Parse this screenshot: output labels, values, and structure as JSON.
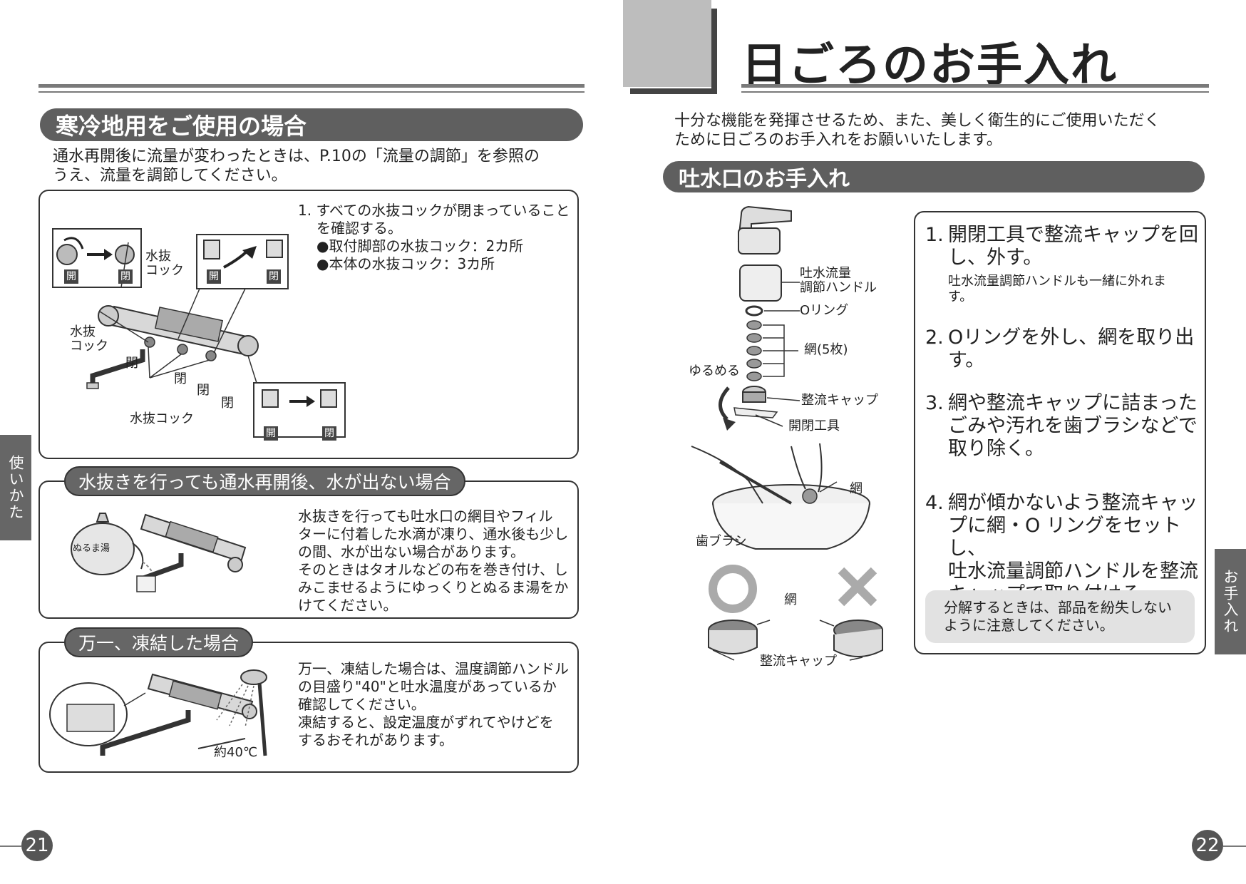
{
  "left": {
    "section_title": "寒冷地用をご使用の場合",
    "intro": [
      "通水再開後に流量が変わったときは、P.10の「流量の調節」を参照の",
      "うえ、流量を調節してください。"
    ],
    "box1": {
      "step1": [
        "1. すべての水抜コックが閉まっていること",
        "を確認する。"
      ],
      "bullets": [
        "●取付脚部の水抜コック：2カ所",
        "●本体の水抜コック：3カ所"
      ],
      "labels": {
        "drain_cock_top": [
          "水抜",
          "コック"
        ],
        "drain_cock_left": [
          "水抜",
          "コック"
        ],
        "drain_cock_bottom": "水抜コック",
        "open": "開",
        "closed": "閉"
      }
    },
    "box2": {
      "title": "水抜きを行っても通水再開後、水が出ない場合",
      "kettle_label": "ぬるま湯",
      "text": [
        "水抜きを行っても吐水口の網目やフィル",
        "ターに付着した水滴が凍り、通水後も少し",
        "の間、水が出ない場合があります。",
        "そのときはタオルなどの布を巻き付け、し",
        "みこませるようにゆっくりとぬるま湯をか",
        "けてください。"
      ]
    },
    "box3": {
      "title": "万一、凍結した場合",
      "temp_label": "約40℃",
      "text": [
        "万一、凍結した場合は、温度調節ハンドル",
        "の目盛り\"40\"と吐水温度があっているか",
        "確認してください。",
        "凍結すると、設定温度がずれてやけどを",
        "するおそれがあります。"
      ]
    },
    "side_tab": "使いかた",
    "page_number": "21"
  },
  "right": {
    "page_title": "日ごろのお手入れ",
    "intro": [
      "十分な機能を発揮させるため、また、美しく衛生的にご使用いただく",
      "ために日ごろのお手入れをお願いいたします。"
    ],
    "section_title": "吐水口のお手入れ",
    "labels": {
      "handle": [
        "吐水流量",
        "調節ハンドル"
      ],
      "oring": "Oリング",
      "mesh5": "網(5枚)",
      "loosen": "ゆるめる",
      "cap": "整流キャップ",
      "tool": "開閉工具",
      "mesh": "網",
      "toothbrush": "歯ブラシ",
      "mesh2": "網",
      "cap2": "整流キャップ"
    },
    "steps": [
      {
        "num": "1.",
        "lines": [
          "開閉工具で整流キャップを回",
          "し、外す。"
        ],
        "note": [
          "吐水流量調節ハンドルも一緒に外れま",
          "す。"
        ]
      },
      {
        "num": "2.",
        "lines": [
          "Oリングを外し、網を取り出",
          "す。"
        ]
      },
      {
        "num": "3.",
        "lines": [
          "網や整流キャップに詰まった",
          "ごみや汚れを歯ブラシなどで",
          "取り除く。"
        ]
      },
      {
        "num": "4.",
        "lines": [
          "網が傾かないよう整流キャッ",
          "プに網・O リングをセットし、",
          "吐水流量調節ハンドルを整流",
          "キャップで取り付ける。"
        ]
      }
    ],
    "caution": [
      "分解するときは、部品を紛失しない",
      "ように注意してください。"
    ],
    "side_tab": "お手入れ",
    "page_number": "22"
  }
}
